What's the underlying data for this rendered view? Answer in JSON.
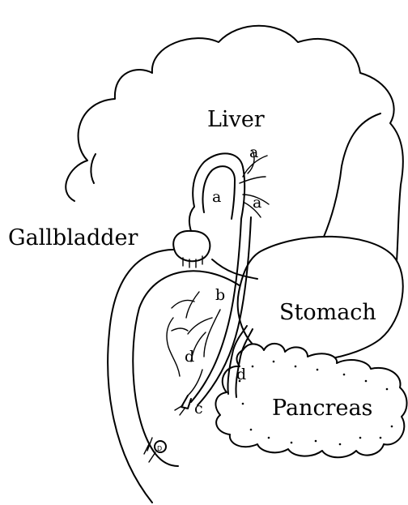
{
  "labels": {
    "liver": "Liver",
    "gallbladder": "Gallbladder",
    "stomach": "Stomach",
    "pancreas": "Pancreas"
  },
  "markers": {
    "a1": "a",
    "a2": "a",
    "a3": "a",
    "b": "b",
    "c": "c",
    "d1": "d",
    "d2": "d"
  }
}
